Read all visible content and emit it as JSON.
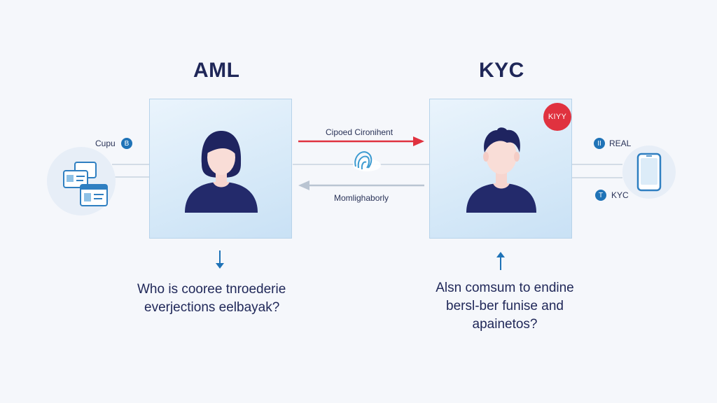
{
  "aml": {
    "title": "AML",
    "question_line1": "Who is cooree tnroederie",
    "question_line2": "everjections eelbayak?"
  },
  "kyc": {
    "title": "KYC",
    "badge": "KIYY",
    "question_line1": "Alsn comsum to endine",
    "question_line2": "bersl-ber funise and",
    "question_line3": "apainetos?"
  },
  "left_side": {
    "label": "Cupu",
    "pill": "B"
  },
  "right_side": {
    "top_pill": "II",
    "top_label": "REAL",
    "bottom_pill": "T",
    "bottom_label": "KYC"
  },
  "center": {
    "top_arrow_label": "Cipoed Cironihent",
    "bottom_arrow_label": "Momlighaborly"
  },
  "colors": {
    "accent_red": "#e0323f",
    "navy": "#1f2758",
    "blue": "#1f73b7"
  },
  "icons": {
    "left": "id-cards-icon",
    "center": "fingerprint-icon",
    "right": "phone-icon"
  }
}
